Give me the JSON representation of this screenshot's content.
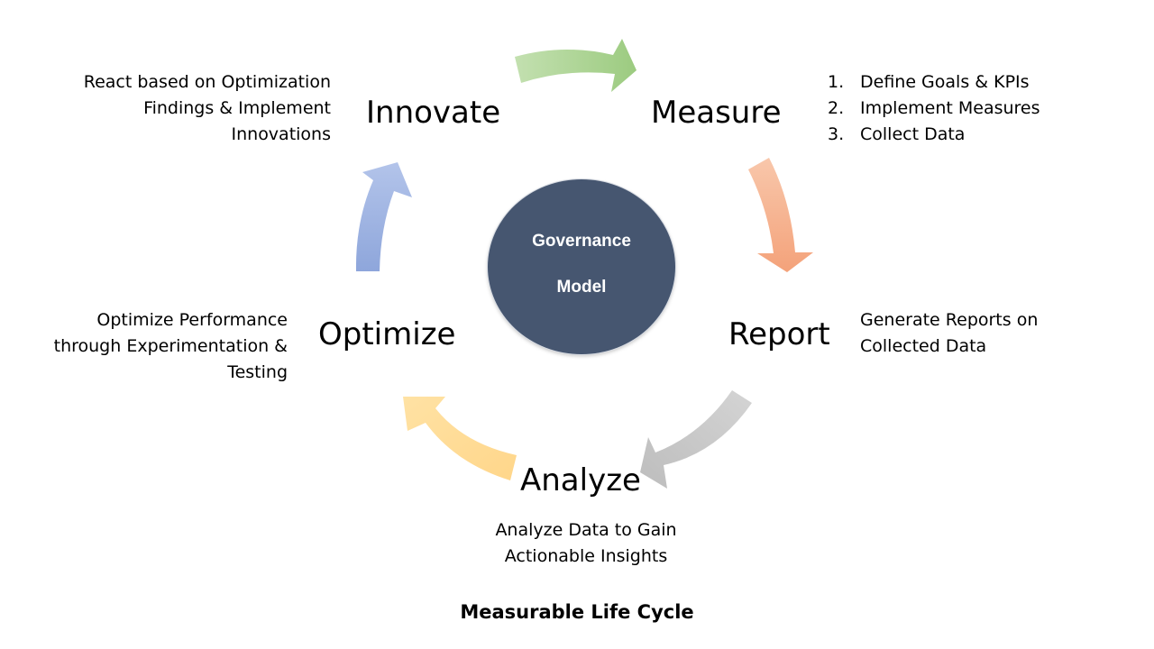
{
  "hub": {
    "line1": "Governance",
    "line2": "Model",
    "color": "#465670"
  },
  "stages": {
    "innovate": {
      "label": "Innovate",
      "description": [
        "React based on Optimization",
        "Findings & Implement",
        "Innovations"
      ]
    },
    "measure": {
      "label": "Measure",
      "steps": [
        {
          "num": "1.",
          "text": "Define Goals & KPIs"
        },
        {
          "num": "2.",
          "text": "Implement Measures"
        },
        {
          "num": "3.",
          "text": "Collect Data"
        }
      ]
    },
    "report": {
      "label": "Report",
      "description": [
        "Generate Reports on",
        "Collected Data"
      ]
    },
    "analyze": {
      "label": "Analyze",
      "description": [
        "Analyze Data to Gain",
        "Actionable Insights"
      ]
    },
    "optimize": {
      "label": "Optimize",
      "description": [
        "Optimize Performance",
        "through Experimentation &",
        "Testing"
      ]
    }
  },
  "arrow_colors": {
    "innovate_to_measure": "#a9d18e",
    "measure_to_report": "#f4b183",
    "report_to_analyze": "#c9c9c9",
    "analyze_to_optimize": "#ffd77a",
    "optimize_to_innovate": "#8faadc"
  },
  "footer": "Measurable Life Cycle"
}
